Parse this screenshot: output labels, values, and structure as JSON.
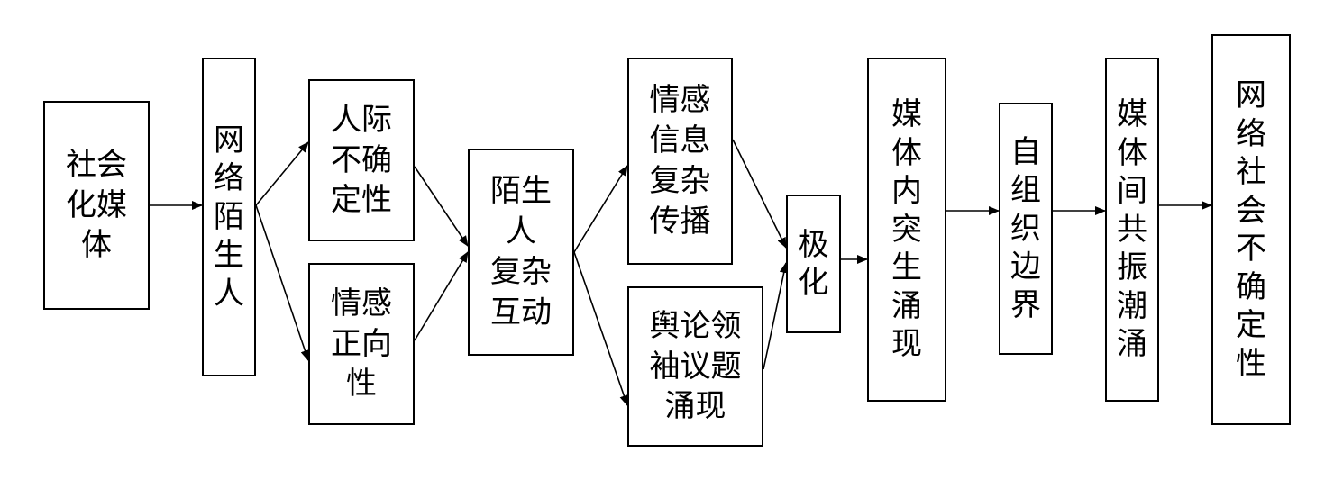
{
  "nodes": {
    "n1": "社会\n化媒\n体",
    "n2": "网\n络\n陌\n生\n人",
    "n3": "人际\n不确\n定性",
    "n4": "情感\n正向\n性",
    "n5": "陌生\n人\n复杂\n互动",
    "n6": "情感\n信息\n复杂\n传播",
    "n7": "舆论领\n袖议题\n涌现",
    "n8": "极\n化",
    "n9": "媒\n体\n内\n突\n生\n涌\n现",
    "n10": "自\n组\n织\n边\n界",
    "n11": "媒\n体\n间\n共\n振\n潮\n涌",
    "n12": "网\n络\n社\n会\n不\n确\n定\n性"
  }
}
